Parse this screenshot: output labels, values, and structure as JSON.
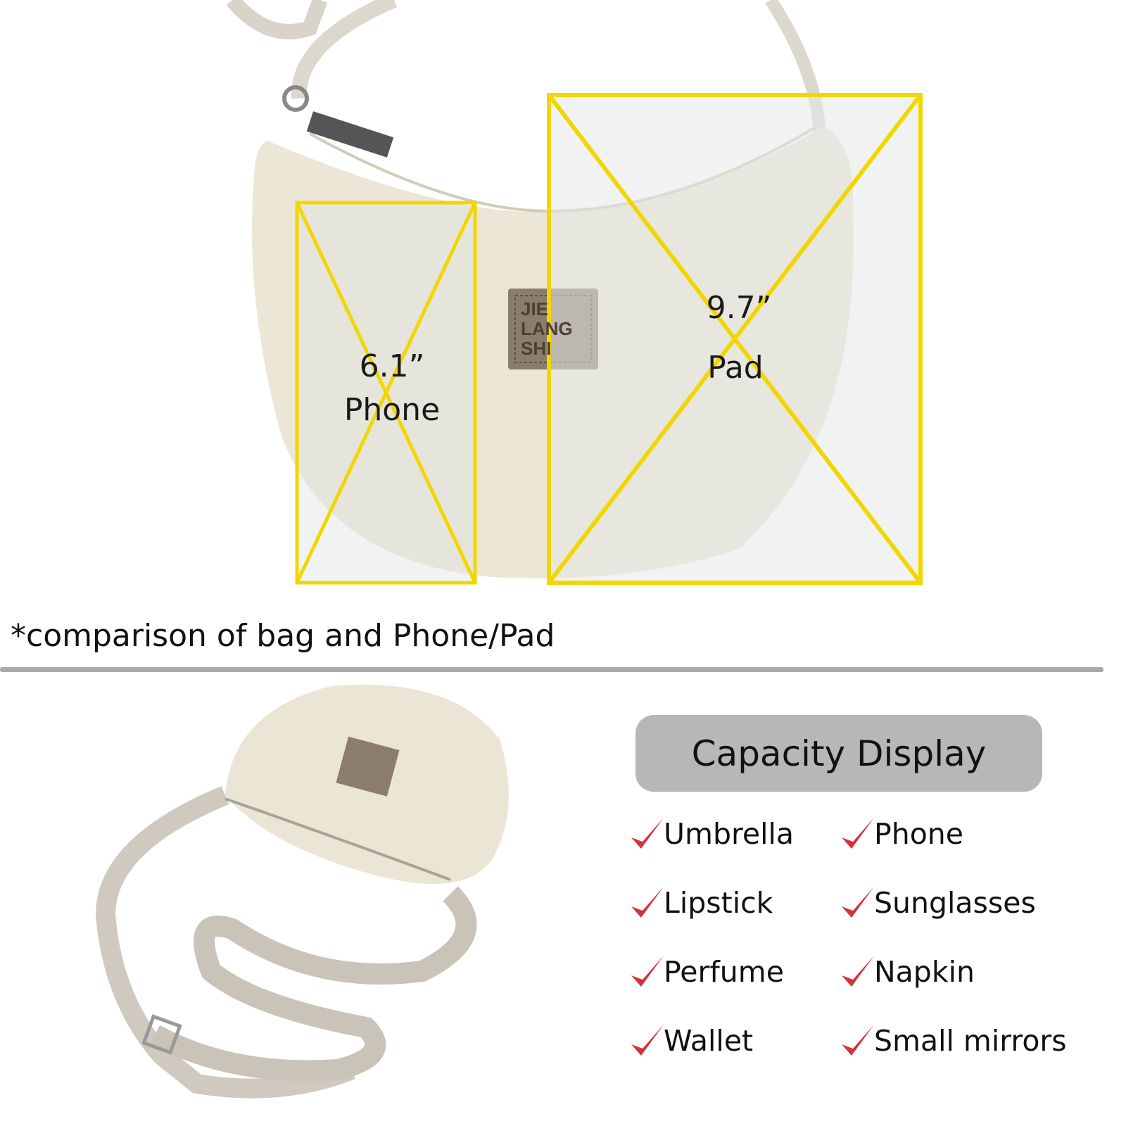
{
  "comparison": {
    "phone_size": "6.1”",
    "phone_label": "Phone",
    "pad_size": "9.7”",
    "pad_label": "Pad",
    "caption": "*comparison of bag and Phone/Pad",
    "brand_patch": "JIE LANG SHI",
    "outline_color": "#f2d600"
  },
  "capacity": {
    "title": "Capacity Display",
    "check_color": "#d2323a",
    "items": [
      "Umbrella",
      "Phone",
      "Lipstick",
      "Sunglasses",
      "Perfume",
      "Napkin",
      "Wallet",
      "Small mirrors"
    ]
  }
}
